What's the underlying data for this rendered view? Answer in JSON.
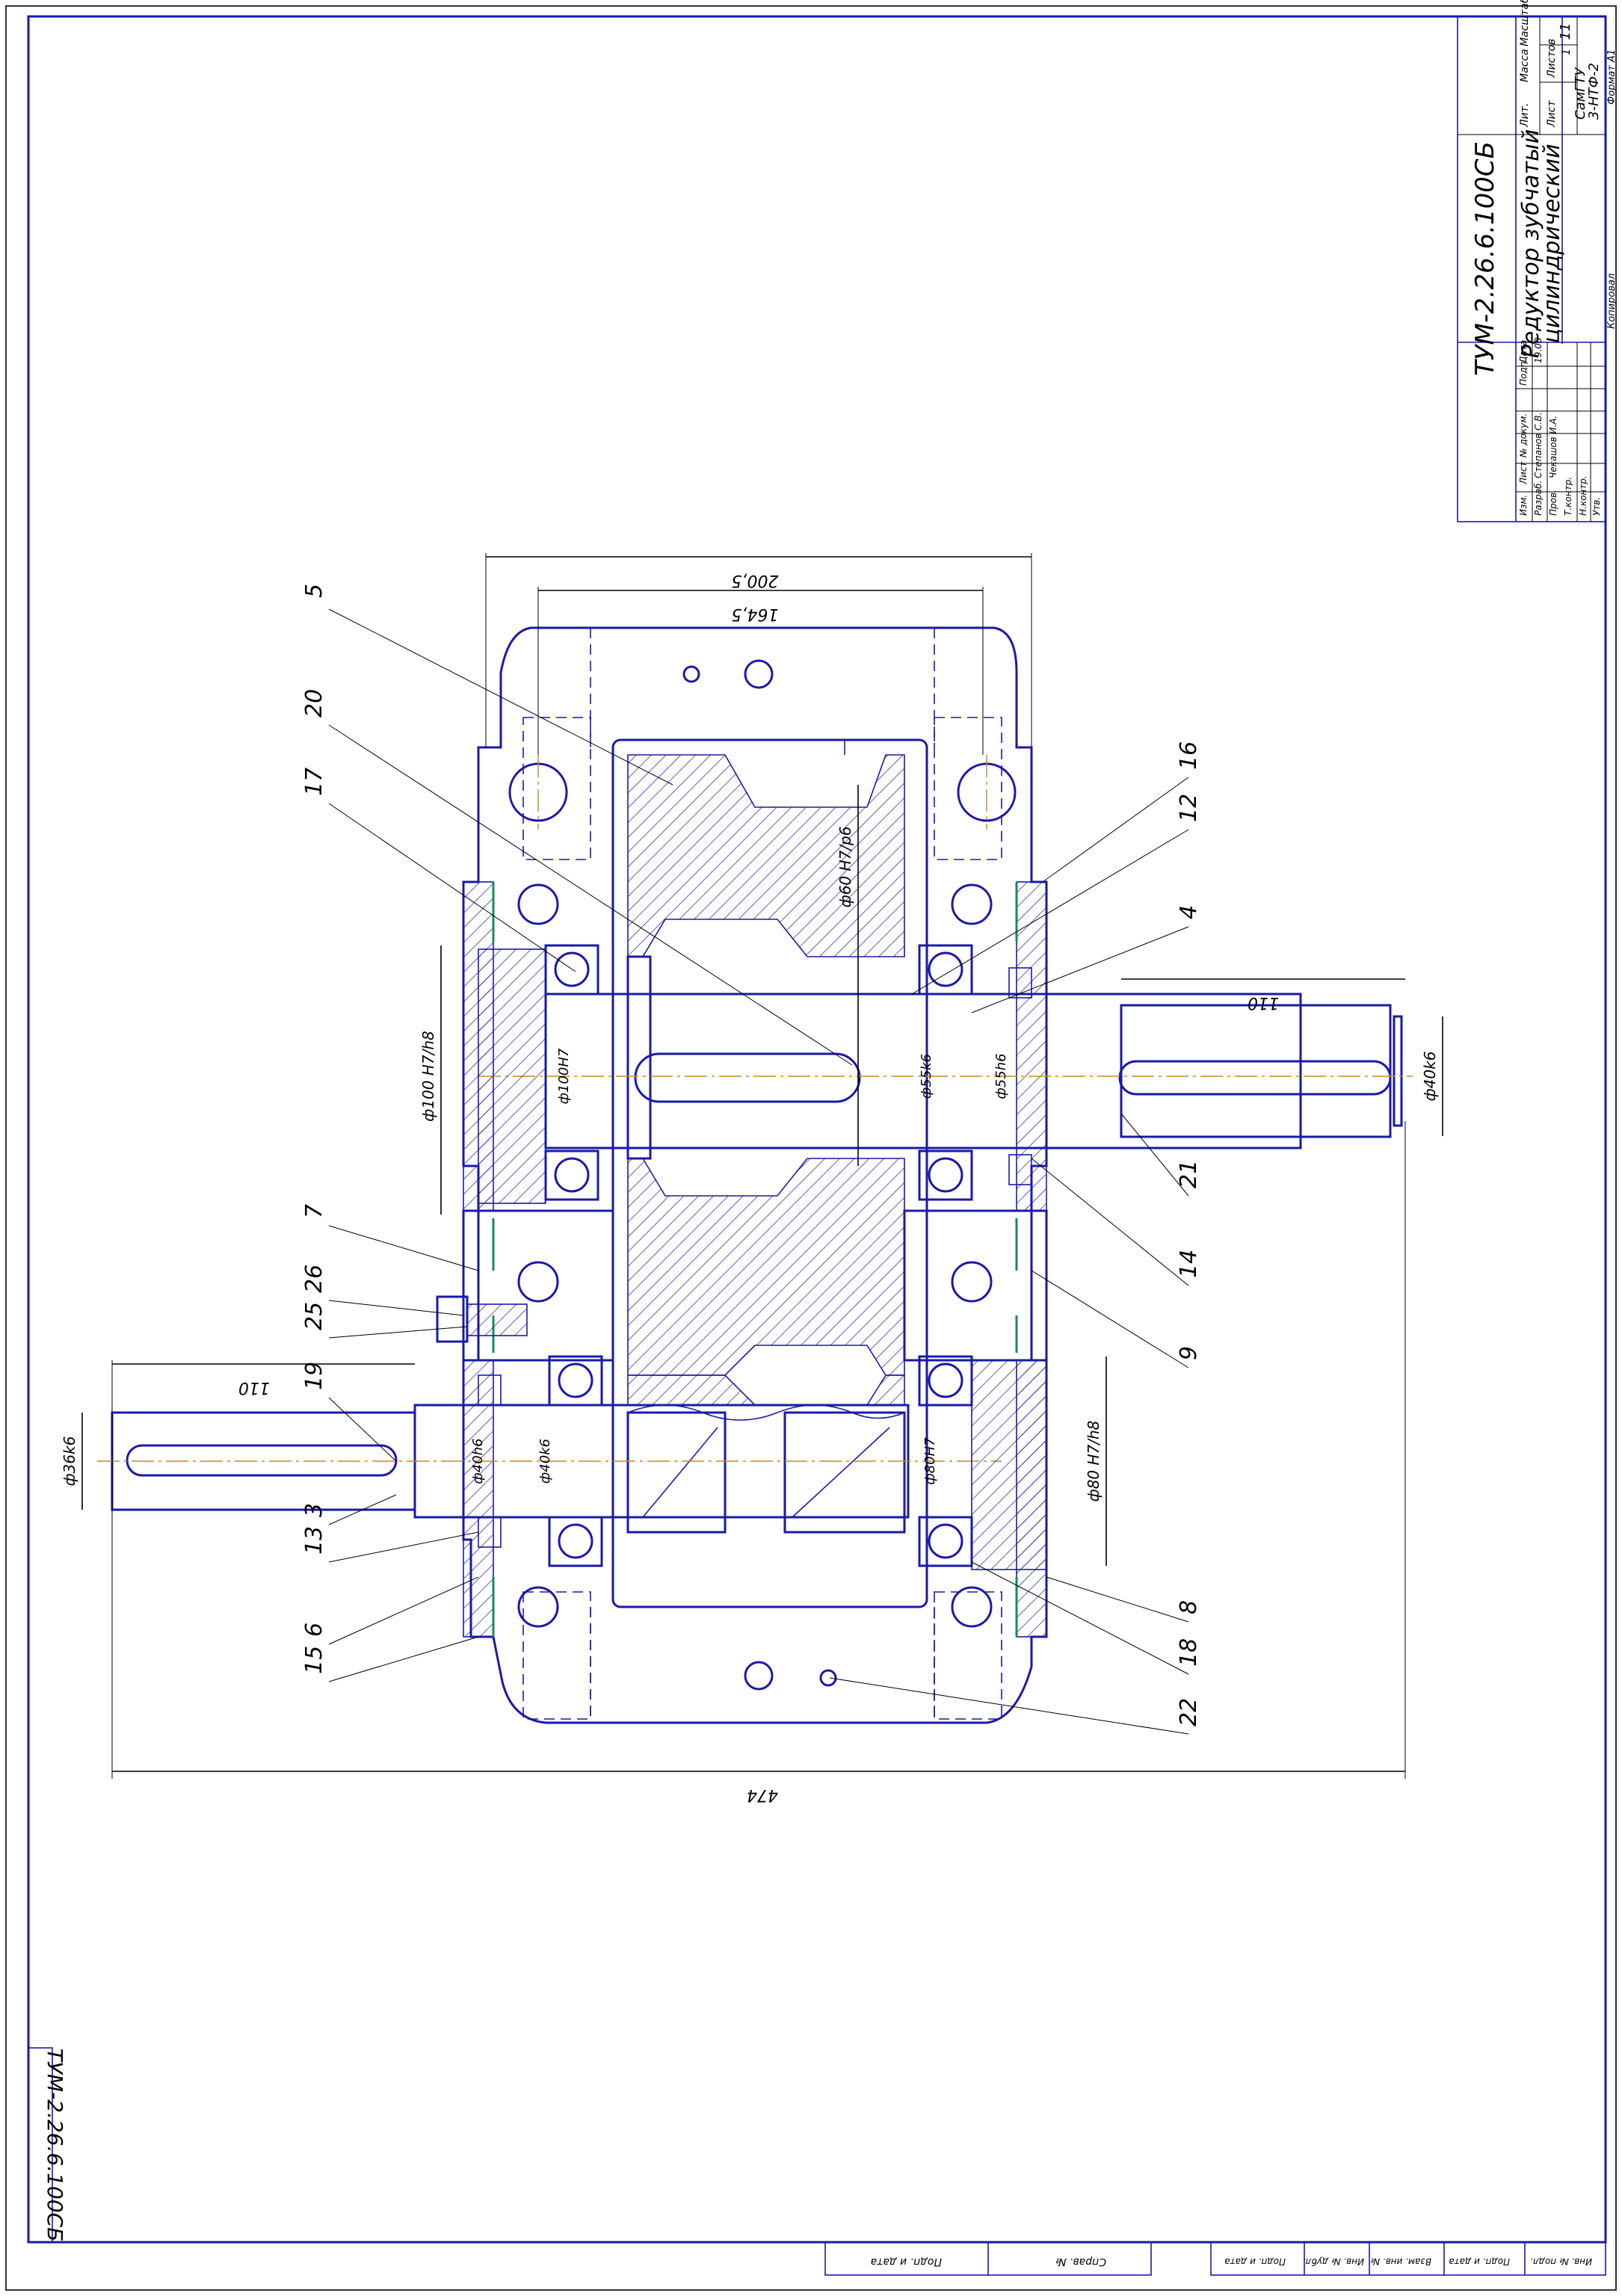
{
  "title_block": {
    "designation": "ТУМ-2.26.6.100СБ",
    "name_line1": "Редуктор зубчатый",
    "name_line2": "цилиндрический",
    "sheet": "11",
    "org_line1": "СамГТУ",
    "org_line2": "3-НТФ-2",
    "format": "Формат  А1",
    "copied": "Копировал",
    "litera": "Лит.",
    "mass": "Масса",
    "scale": "Масштаб",
    "sheet_label": "Лист",
    "sheets_label": "Листов",
    "sheets_value": "1",
    "rows": [
      {
        "role": "Изм.",
        "name": "Лист",
        "doc": "№ докум.",
        "sign": "Подп.",
        "date": "Дата"
      },
      {
        "role": "Разраб.",
        "name": "Степанов С.В.",
        "doc": "",
        "sign": "",
        "date": "19.08"
      },
      {
        "role": "Пров.",
        "name": "Чекашов И.А.",
        "doc": "",
        "sign": "",
        "date": ""
      },
      {
        "role": "Т.контр.",
        "name": "",
        "doc": "",
        "sign": "",
        "date": ""
      },
      {
        "role": "Н.контр.",
        "name": "",
        "doc": "",
        "sign": "",
        "date": ""
      },
      {
        "role": "Утв.",
        "name": "",
        "doc": "",
        "sign": "",
        "date": ""
      }
    ]
  },
  "side_stamp": "ТУМ-2.26.6.100СБ",
  "bottom_strip": {
    "left": [
      "Подп. и дата",
      "Справ. №"
    ],
    "right": [
      "Инв. № подл.",
      "Подп. и дата",
      "Взам. инв. №",
      "Инв. № дубл.",
      "Подп. и дата"
    ]
  },
  "dimensions": {
    "overall_width": "474",
    "housing_width": "200,5",
    "inner_width": "164,5",
    "output_shaft_len": "110",
    "input_shaft_len": "110",
    "d_output_end": "ф40k6",
    "d_input_end": "ф36k6",
    "d_gear_fit": "ф60 H7/p6",
    "d_bore_top": "ф100 H7/h8",
    "d_bore_top_inner": "ф100H7",
    "d_seat_55a": "ф55k6",
    "d_seat_55b": "ф55h6",
    "d_seat_40a": "ф40h6",
    "d_seat_40b": "ф40k6",
    "d_bore_bottom": "ф80 H7/h8",
    "d_bore_bottom_inner": "ф80H7"
  },
  "callouts": [
    "5",
    "20",
    "17",
    "16",
    "12",
    "4",
    "21",
    "14",
    "9",
    "7",
    "26",
    "25",
    "19",
    "3",
    "13",
    "6",
    "15",
    "8",
    "18",
    "22"
  ]
}
